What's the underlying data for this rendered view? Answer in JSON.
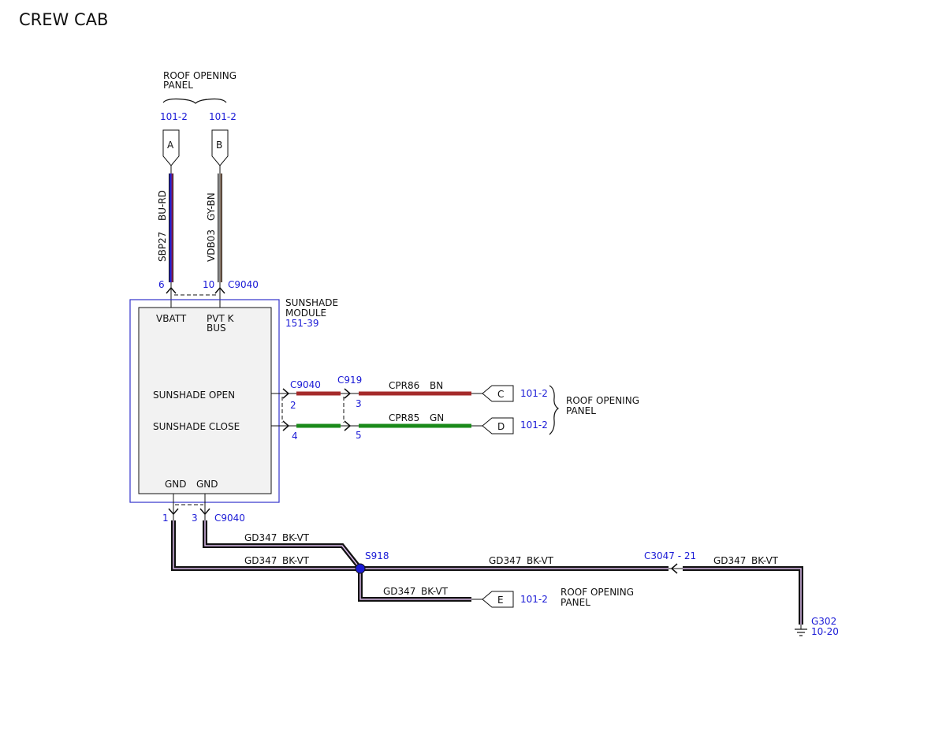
{
  "page": {
    "title": "CREW CAB"
  },
  "colors": {
    "ref_blue": "#1a1ad6",
    "wire_bu_rd": "#2222cc",
    "wire_bu_rd_stripe": "#cc2222",
    "wire_gy_bn": "#8a8a8a",
    "wire_gy_bn_stripe": "#7a4b2a",
    "wire_bn": "#a52a2a",
    "wire_gn": "#1a8a1a",
    "wire_bk": "#111111",
    "wire_vt_stripe": "#d8b8e8",
    "module_fill": "#f2f2f2"
  },
  "top_connectors": {
    "group_label_line1": "ROOF OPENING",
    "group_label_line2": "PANEL",
    "a": {
      "ref": "101-2",
      "letter": "A",
      "circuit": "SBP27",
      "color": "BU-RD",
      "pin": "6"
    },
    "b": {
      "ref": "101-2",
      "letter": "B",
      "circuit": "VDB03",
      "color": "GY-BN",
      "pin": "10",
      "connector": "C9040"
    }
  },
  "module": {
    "name_line1": "SUNSHADE",
    "name_line2": "MODULE",
    "ref": "151-39",
    "pin_vbatt": "VBATT",
    "pin_pvt_line1": "PVT K",
    "pin_pvt_line2": "BUS",
    "func_open": "SUNSHADE OPEN",
    "func_close": "SUNSHADE CLOSE",
    "gnd1": "GND",
    "gnd2": "GND"
  },
  "right_connectors": {
    "c9040": "C9040",
    "c919": "C919",
    "pin_open_module": "2",
    "pin_open_c919": "3",
    "pin_close_module": "4",
    "pin_close_c919": "5",
    "open_circuit": "CPR86",
    "open_color": "BN",
    "close_circuit": "CPR85",
    "close_color": "GN",
    "letter_c": "C",
    "letter_d": "D",
    "ref_c": "101-2",
    "ref_d": "101-2",
    "group_label_line1": "ROOF OPENING",
    "group_label_line2": "PANEL"
  },
  "ground": {
    "pin1": "1",
    "pin3": "3",
    "connector": "C9040",
    "wire_upper_circuit": "GD347",
    "wire_upper_color": "BK-VT",
    "wire_lower_circuit": "GD347",
    "wire_lower_color": "BK-VT",
    "splice": "S918",
    "wire_main_circuit": "GD347",
    "wire_main_color": "BK-VT",
    "inline_connector": "C3047 - 21",
    "wire_right_circuit": "GD347",
    "wire_right_color": "BK-VT",
    "ground_name": "G302",
    "ground_ref": "10-20",
    "branch_circuit": "GD347",
    "branch_color": "BK-VT",
    "letter_e": "E",
    "ref_e": "101-2",
    "e_label_line1": "ROOF OPENING",
    "e_label_line2": "PANEL"
  }
}
